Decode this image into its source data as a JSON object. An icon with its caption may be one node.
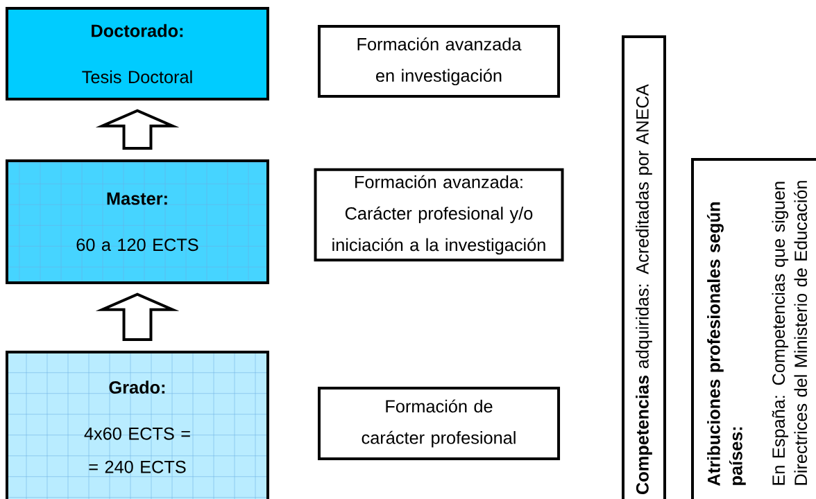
{
  "diagram": {
    "nodes": [
      {
        "text": [
          "Doctorado:",
          "Tesis Doctoral"
        ]
      },
      {
        "text": [
          "Master:",
          "60 a 120 ECTS"
        ]
      },
      {
        "text": [
          "Grado:",
          "4x60 ECTS = = 240 ECTS"
        ]
      },
      {
        "text": [
          "Formación avanzada en investigación"
        ]
      },
      {
        "text": [
          "Formación avanzada: Carácter profesional y/o iniciación a la investigación"
        ]
      },
      {
        "text": [
          "Formación de carácter profesional"
        ]
      },
      {
        "text": [
          "**Competencias** adquiridas: Acreditadas por ANECA"
        ]
      },
      {
        "text": [
          "Atribuciones profesionales según países:",
          "En España: Competencias que siguen Directrices del Ministerio de Educación"
        ]
      }
    ],
    "edges": [
      {
        "from": 1,
        "to": 0,
        "arrow": "to"
      },
      {
        "from": 2,
        "to": 1,
        "arrow": "to"
      }
    ]
  }
}
